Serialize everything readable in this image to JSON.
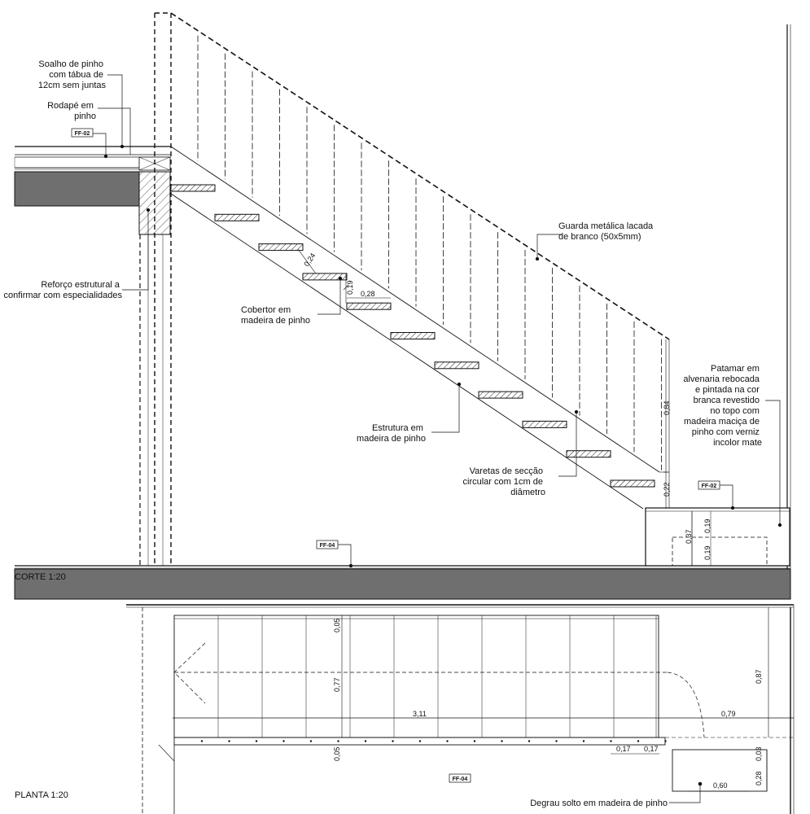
{
  "section_title": "CORTE 1:20",
  "plan_title": "PLANTA 1:20",
  "tags": {
    "ff02_left": "FF-02",
    "ff02_right": "FF-02",
    "ff04_section": "FF-04",
    "ff04_plan": "FF-04"
  },
  "annotations": {
    "soalho": [
      "Soalho de pinho",
      "com tábua de",
      "12cm sem juntas"
    ],
    "rodape": [
      "Rodapé em",
      "pinho"
    ],
    "reforco": [
      "Reforço estrutural a",
      "confirmar com especialidades"
    ],
    "cobertor": [
      "Cobertor em",
      "madeira de pinho"
    ],
    "guarda": [
      "Guarda metálica lacada",
      "de branco (50x5mm)"
    ],
    "estrutura": [
      "Estrutura em",
      "madeira de pinho"
    ],
    "varetas": [
      "Varetas de secção",
      "circular com 1cm de",
      "diâmetro"
    ],
    "patamar": [
      "Patamar em",
      "alvenaria rebocada",
      "e pintada na cor",
      "branca revestido",
      "no topo com",
      "madeira maciça de",
      "pinho com verniz",
      "incolor mate"
    ],
    "degrau": "Degrau solto em madeira de pinho"
  },
  "dimensions": {
    "stair_diag": "0,24",
    "riser": "0,19",
    "tread": "0,28",
    "guard_height": "0,84",
    "guard_gap": "0,22",
    "landing_top": "0,19",
    "landing_bottom": "0,19",
    "landing_total": "0,37",
    "plan_top": "0,05",
    "plan_width": "0,77",
    "plan_bottom": "0,05",
    "plan_length": "3,11",
    "plan_landing_len": "0,79",
    "plan_landing_width": "0,87",
    "plan_tread_a": "0,17",
    "plan_tread_b": "0,17",
    "plan_step_height": "0,03",
    "plan_step_width": "0,28",
    "plan_step_len": "0,60"
  }
}
